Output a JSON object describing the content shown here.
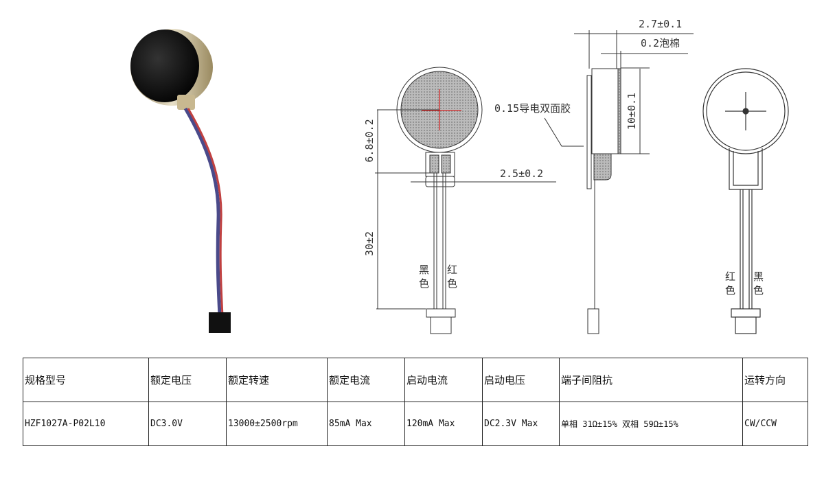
{
  "drawing": {
    "front_view": {
      "dim_height": "6.8±0.2",
      "dim_width": "2.5±0.2",
      "dim_lead_length": "30±2",
      "wire_left_label": [
        "黑",
        "色"
      ],
      "wire_right_label": [
        "红",
        "色"
      ]
    },
    "side_view": {
      "dim_thickness": "2.7±0.1",
      "dim_foam": "0.2泡棉",
      "dim_diameter": "10±0.1",
      "adhesive_label": "0.15导电双面胶"
    },
    "back_view": {
      "wire_left_label": [
        "红",
        "色"
      ],
      "wire_right_label": [
        "黑",
        "色"
      ]
    }
  },
  "spec_table": {
    "headers": [
      "规格型号",
      "额定电压",
      "额定转速",
      "额定电流",
      "启动电流",
      "启动电压",
      "端子间阻抗",
      "运转方向"
    ],
    "rows": [
      [
        "HZF1027A-P02L10",
        "DC3.0V",
        "13000±2500rpm",
        "85mA Max",
        "120mA Max",
        "DC2.3V Max",
        "单相 31Ω±15% 双相 59Ω±15%",
        "CW/CCW"
      ]
    ]
  }
}
